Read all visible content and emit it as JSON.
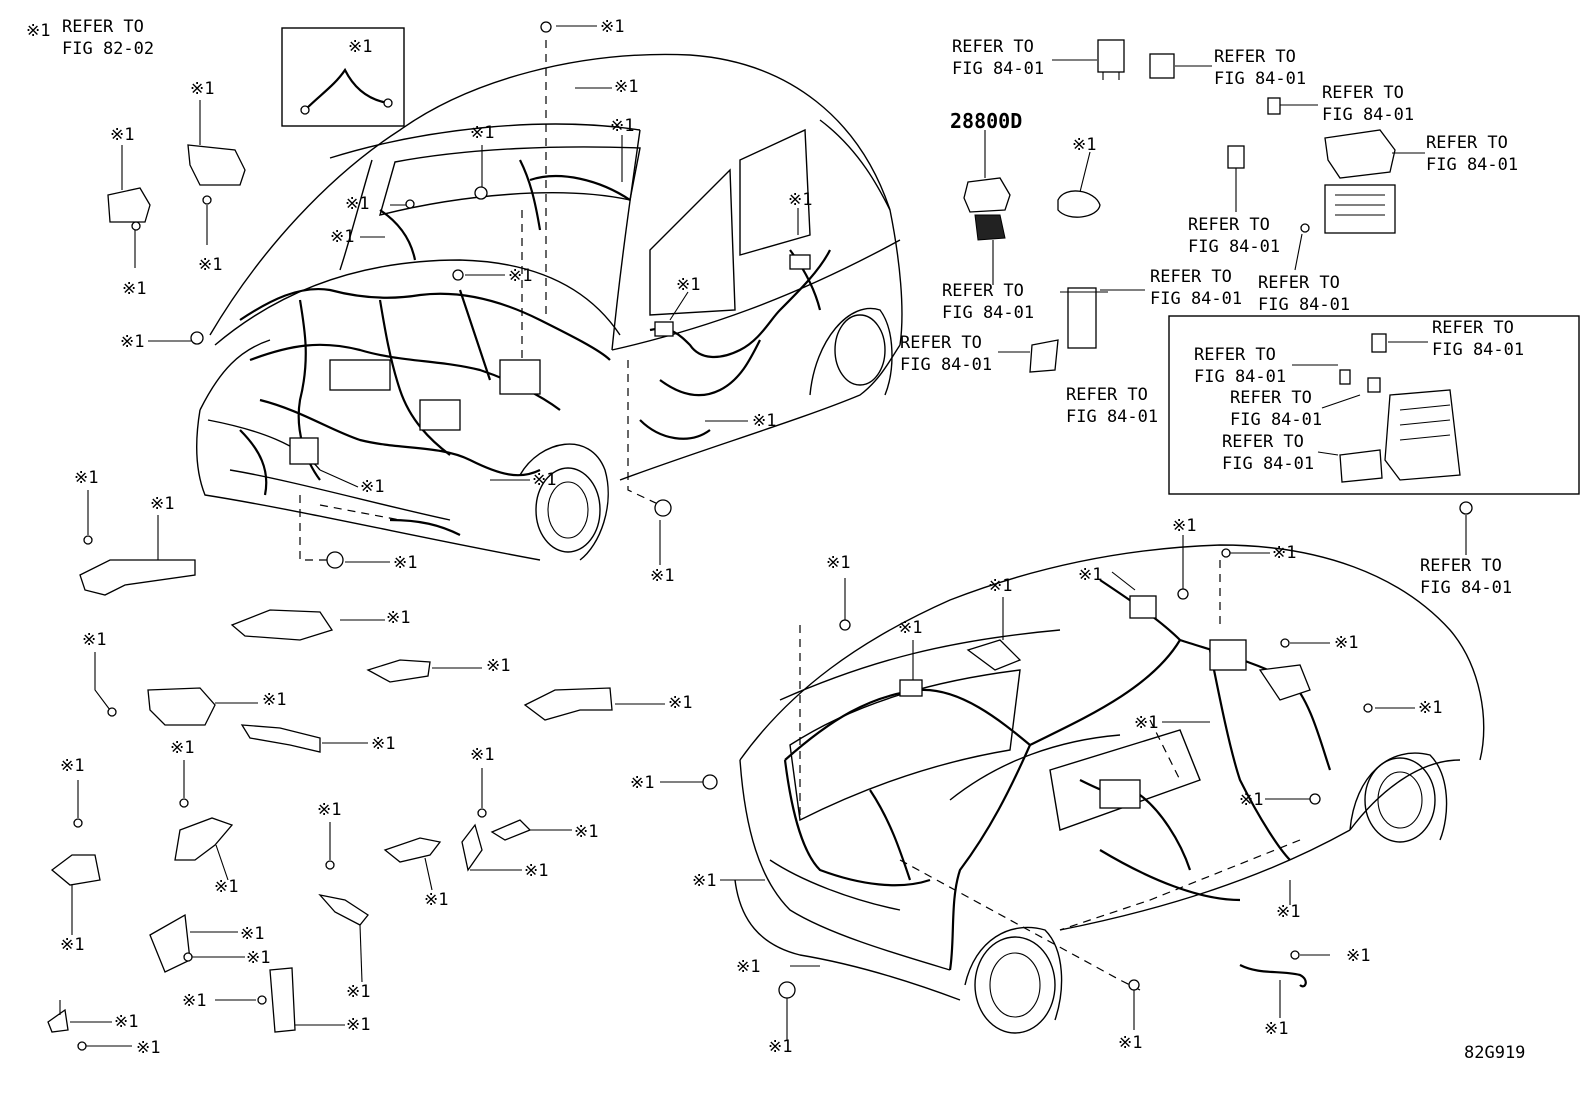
{
  "diagram": {
    "note_symbol": "※1",
    "note_line1": "REFER TO",
    "note_line2": "FIG 82-02",
    "part_number": "28800D",
    "refer_line1": "REFER TO",
    "refer_line2": "FIG 84-01",
    "figure_code": "82G919"
  }
}
